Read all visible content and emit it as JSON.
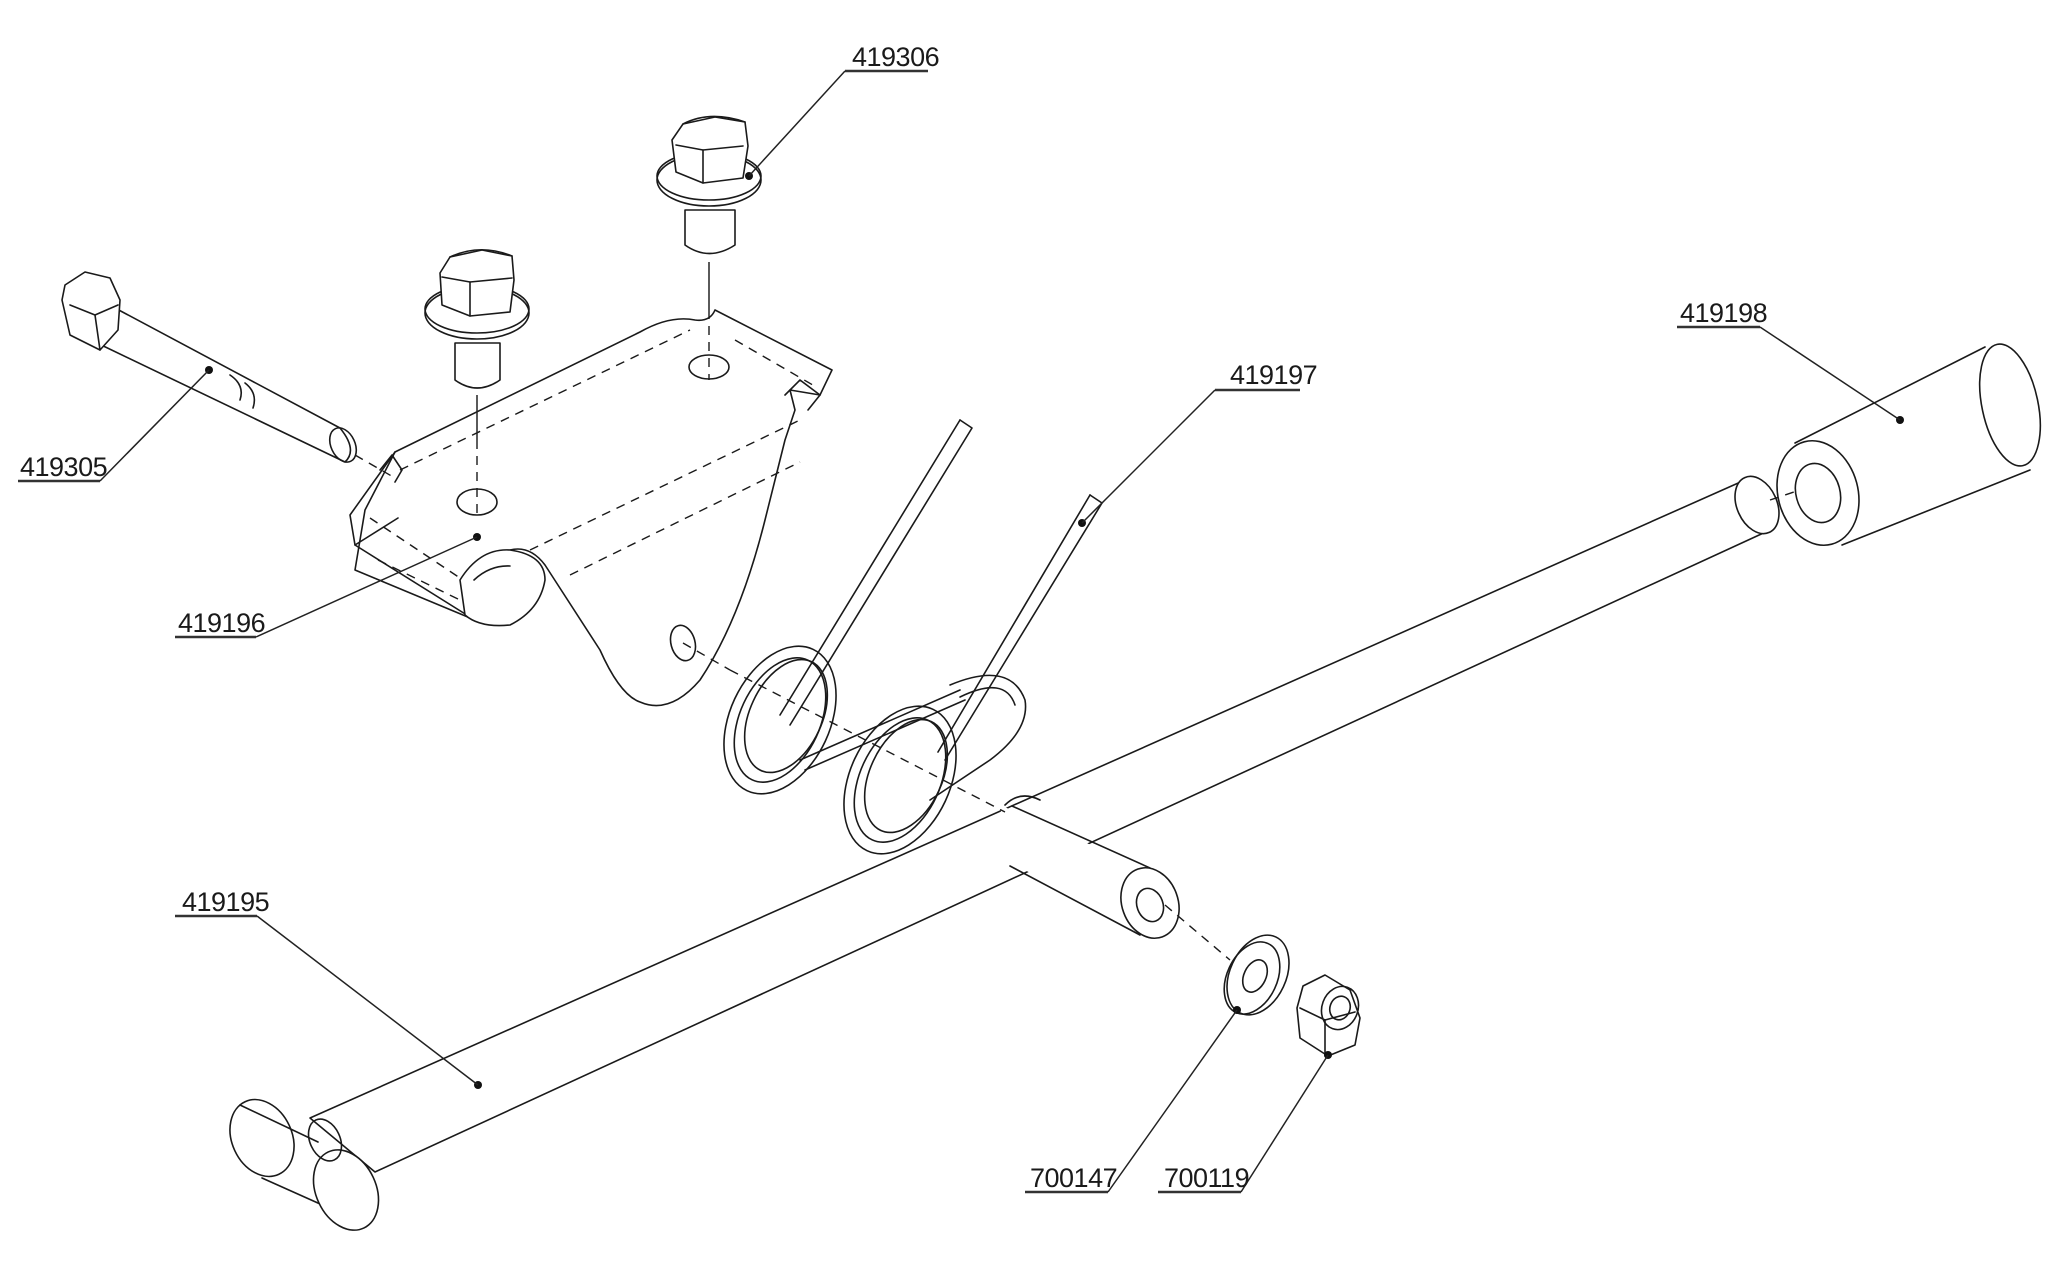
{
  "diagram": {
    "type": "exploded-parts-view",
    "parts": [
      {
        "id": "p-419306",
        "number": "419306",
        "name": "flange-bolt"
      },
      {
        "id": "p-419305",
        "number": "419305",
        "name": "hex-bolt"
      },
      {
        "id": "p-419196",
        "number": "419196",
        "name": "bracket"
      },
      {
        "id": "p-419197",
        "number": "419197",
        "name": "torsion-spring"
      },
      {
        "id": "p-419198",
        "number": "419198",
        "name": "sleeve"
      },
      {
        "id": "p-419195",
        "number": "419195",
        "name": "arm-shaft"
      },
      {
        "id": "p-700147",
        "number": "700147",
        "name": "washer"
      },
      {
        "id": "p-700119",
        "number": "700119",
        "name": "lock-nut"
      }
    ],
    "line_color": "#1a1a1a",
    "background": "#ffffff"
  }
}
